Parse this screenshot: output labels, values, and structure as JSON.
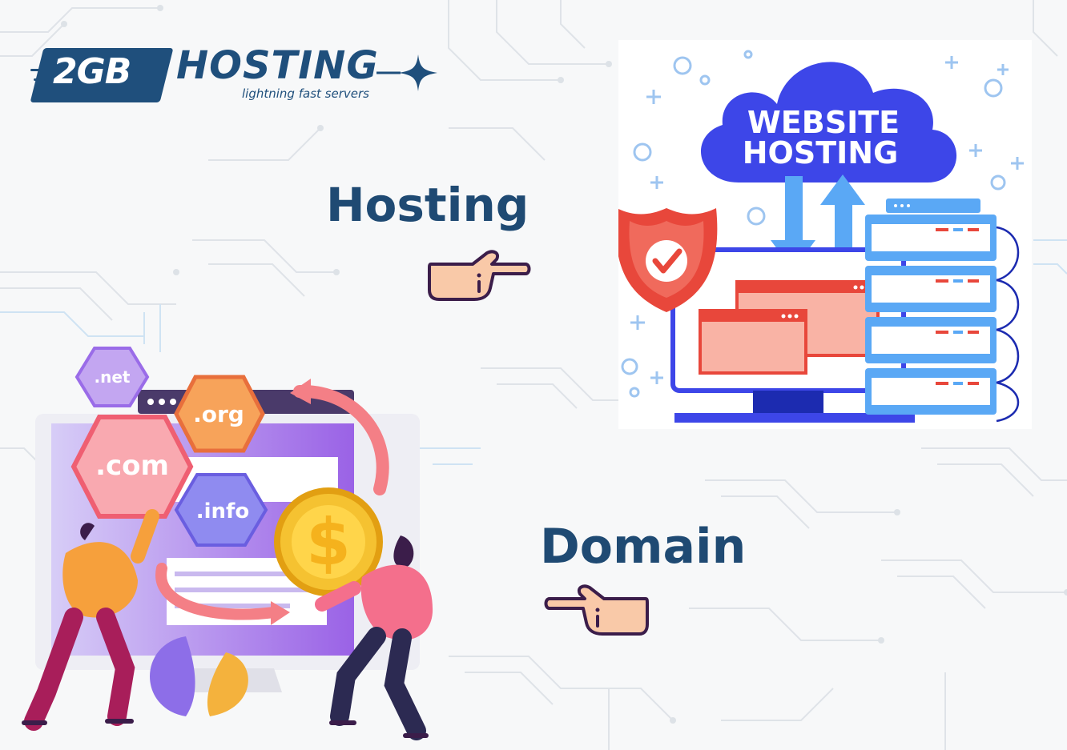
{
  "logo": {
    "brand_number": "2GB",
    "brand_name": "HOSTING",
    "tagline": "lightning fast servers",
    "brand_color": "#1f4f7c"
  },
  "headings": {
    "hosting": "Hosting",
    "domain": "Domain",
    "color": "#1f4a73"
  },
  "hosting_illustration": {
    "cloud_line1": "WEBSITE",
    "cloud_line2": "HOSTING",
    "cloud_color": "#3d46e8",
    "shield_color": "#e8473b"
  },
  "domain_illustration": {
    "tlds": [
      ".net",
      ".org",
      ".com",
      ".info"
    ],
    "coin_symbol": "$"
  },
  "icons": [
    "pointing-hand-icon",
    "cloud-icon",
    "shield-check-icon",
    "server-rack-icon",
    "coin-icon",
    "sparkle-star-icon"
  ]
}
